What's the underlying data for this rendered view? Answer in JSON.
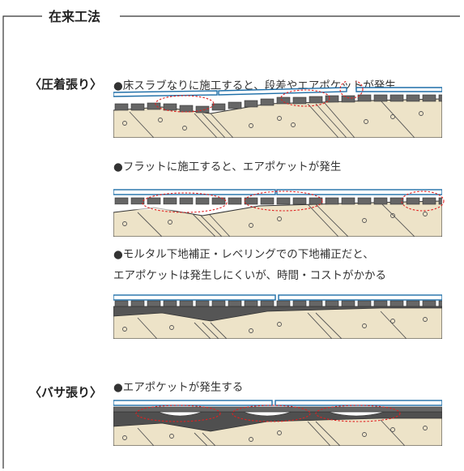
{
  "section": {
    "title": "在来工法"
  },
  "methods": [
    {
      "label": "〈圧着張り〉",
      "cases": [
        {
          "caption": "●床スラブなりに施工すると、段差やエアポケットが発生"
        },
        {
          "caption": "●フラットに施工すると、エアポケットが発生"
        },
        {
          "caption_lines": [
            "●モルタル下地補正・レベリングでの下地補正だと、",
            "エアポケットは発生しにくいが、時間・コストがかかる"
          ]
        }
      ]
    },
    {
      "label": "〈バサ張り〉",
      "cases": [
        {
          "caption": "●エアポケットが発生する"
        }
      ]
    }
  ],
  "colors": {
    "frame_line": "#333333",
    "floor_surface": "#1f6fa8",
    "tile_bond": "#777777",
    "earth": "#ede3c8",
    "air_pocket_marker": "#e02020",
    "mortar": "#555555"
  }
}
